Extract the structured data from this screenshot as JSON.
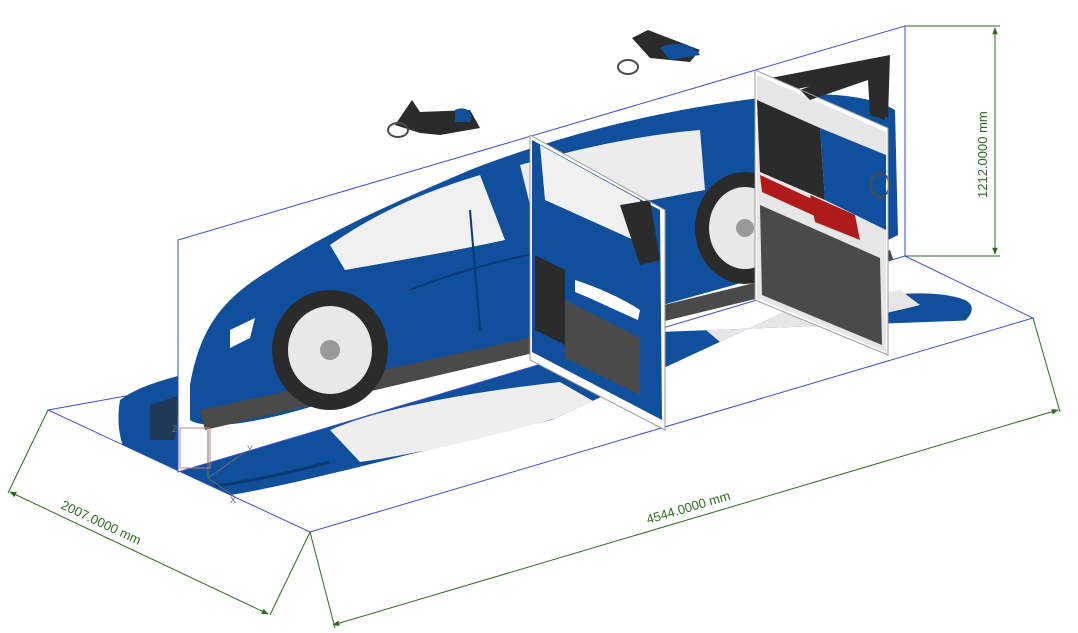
{
  "colors": {
    "background": "#ffffff",
    "dimension_line": "#2e6b1f",
    "dimension_text": "#2e6b1f",
    "frame_line": "#3b4fd1",
    "car_body": "#0f4f9b",
    "car_body_dark": "#0a3a74",
    "glass": "#f0f0f0",
    "trim": "#4a4a4a",
    "tyre": "#2b2b2b",
    "rim": "#e8e8e8",
    "tail_light": "#b01a1a"
  },
  "dimensions": {
    "width_label": "2007.0000 mm",
    "length_label": "4544.0000 mm",
    "height_label": "1212.0000 mm"
  },
  "views": {
    "side": {
      "icon": "car-side-view"
    },
    "front": {
      "icon": "car-front-view"
    },
    "rear": {
      "icon": "car-rear-view"
    },
    "top": {
      "icon": "car-top-view"
    }
  },
  "axis_triad": {
    "x": "X",
    "y": "Y",
    "z": "Z"
  }
}
